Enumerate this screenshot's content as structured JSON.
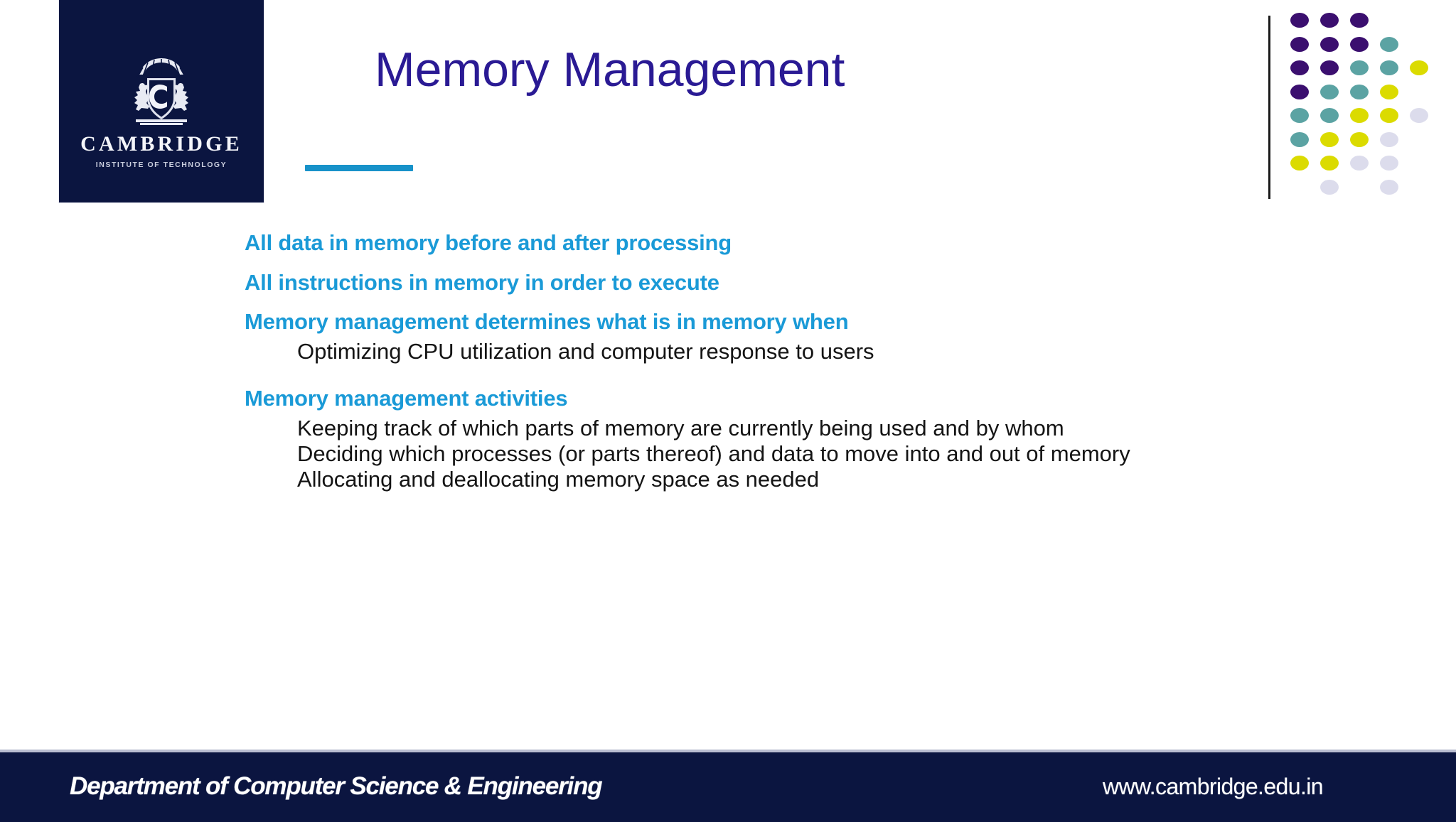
{
  "slide": {
    "title": "Memory Management",
    "title_color": "#2a1a94",
    "accent_rule_color": "#1792c9",
    "background": "#ffffff"
  },
  "logo": {
    "name": "cambridge-institute-of-technology-logo",
    "wordmark": "CAMBRIDGE",
    "subwordmark": "INSTITUTE OF TECHNOLOGY",
    "box_color": "#0b1540",
    "crest_alt": "crest-with-two-lions-and-letter-C"
  },
  "decor": {
    "divider_color": "#1a1a1a",
    "palette": {
      "purple": "#3b0f6f",
      "teal": "#5ba3a3",
      "yellow": "#dbdb00",
      "lavender": "#dcdcec"
    },
    "dot_rows": [
      [
        "purple",
        "purple",
        "purple",
        "",
        ""
      ],
      [
        "purple",
        "purple",
        "purple",
        "teal",
        ""
      ],
      [
        "purple",
        "purple",
        "teal",
        "teal",
        "yellow"
      ],
      [
        "purple",
        "teal",
        "teal",
        "yellow",
        ""
      ],
      [
        "teal",
        "teal",
        "yellow",
        "yellow",
        "lavender"
      ],
      [
        "teal",
        "yellow",
        "yellow",
        "lavender",
        ""
      ],
      [
        "yellow",
        "yellow",
        "lavender",
        "lavender",
        ""
      ],
      [
        "",
        "lavender",
        "",
        "lavender",
        ""
      ]
    ]
  },
  "body": {
    "heading_color": "#1a9ad7",
    "text_color": "#141414",
    "bullets": [
      {
        "level": 1,
        "text": "All data in memory before and after processing"
      },
      {
        "level": 1,
        "text": "All instructions in memory in order to execute"
      },
      {
        "level": 1,
        "text": "Memory management determines what is in memory when"
      },
      {
        "level": 2,
        "text": "Optimizing CPU utilization and computer response to users"
      },
      {
        "level": 1,
        "text": "Memory management activities"
      },
      {
        "level": 2,
        "text": "Keeping track of which parts of memory are currently being used and by whom"
      },
      {
        "level": 2,
        "text": "Deciding which processes (or parts thereof) and data to move into and out of memory"
      },
      {
        "level": 2,
        "text": "Allocating and deallocating memory space as needed"
      }
    ]
  },
  "footer": {
    "department": "Department of Computer Science & Engineering",
    "website": "www.cambridge.edu.in",
    "background": "#0b1540"
  }
}
